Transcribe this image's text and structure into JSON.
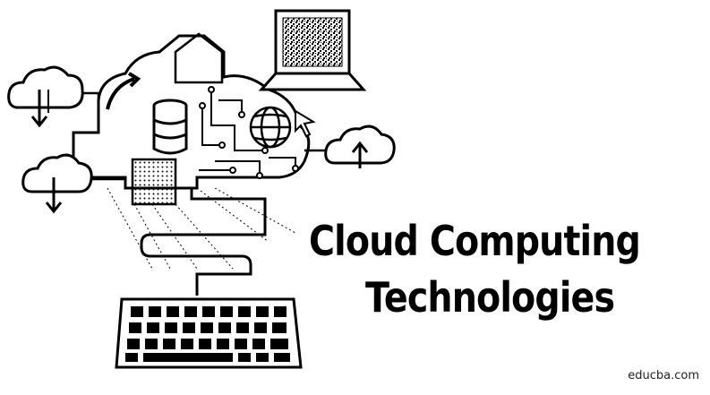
{
  "title": {
    "line1": "Cloud Computing",
    "line2": "Technologies"
  },
  "site": "educba.com",
  "colors": {
    "ink": "#000000",
    "background": "#ffffff"
  },
  "icons": [
    "cloud-download-icon",
    "cloud-upload-icon",
    "database-icon",
    "globe-icon",
    "cursor-icon",
    "laptop-icon",
    "microchip-icon",
    "keyboard-icon",
    "circuit-lines"
  ]
}
